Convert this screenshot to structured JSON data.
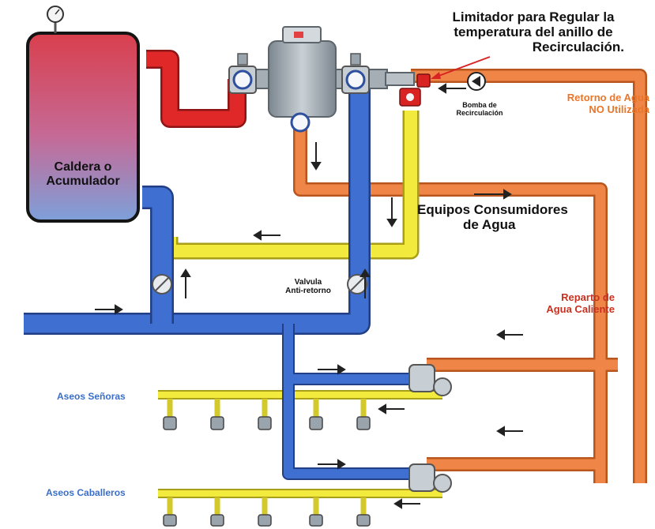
{
  "labels": {
    "limitador": [
      "Limitador para Regular la",
      "temperatura del anillo de",
      "Recirculación."
    ],
    "caldera": [
      "Caldera  o",
      "Acumulador"
    ],
    "equipos": [
      "Equipos Consumidores",
      "de Agua"
    ],
    "retorno": [
      "Retorno de Agua",
      "NO Utilizada"
    ],
    "bomba": [
      "Bomba de",
      "Recirculación"
    ],
    "valvula": [
      "Valvula",
      "Anti-retorno"
    ],
    "reparto": [
      "Reparto de",
      "Agua Caliente"
    ],
    "aseos_senoras": "Aseos Señoras",
    "aseos_caballeros": "Aseos Caballeros"
  },
  "colors": {
    "hot_supply": "#e02828",
    "cold_water": "#3f6fd0",
    "mixed_supply": "#f2ea3c",
    "return_line": "#ef8648",
    "boiler_top": "#d93f4d",
    "boiler_bottom": "#7da0da",
    "valve_body": "#9aa4ad"
  },
  "icons": [
    "pressure-gauge-icon",
    "pump-icon",
    "shower-head-icon",
    "flow-arrow-icon",
    "check-valve-icon",
    "limiter-valve-icon"
  ]
}
